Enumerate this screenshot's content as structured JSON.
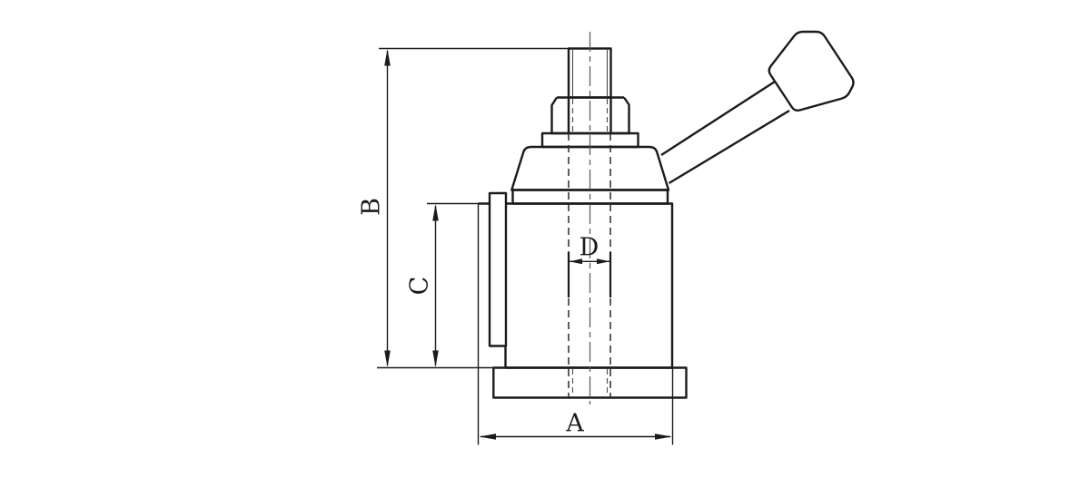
{
  "diagram": {
    "background_color": "#ffffff",
    "line_color": "#1b1b1b",
    "labels": {
      "A": "A",
      "B": "B",
      "C": "C",
      "D": "D"
    }
  }
}
